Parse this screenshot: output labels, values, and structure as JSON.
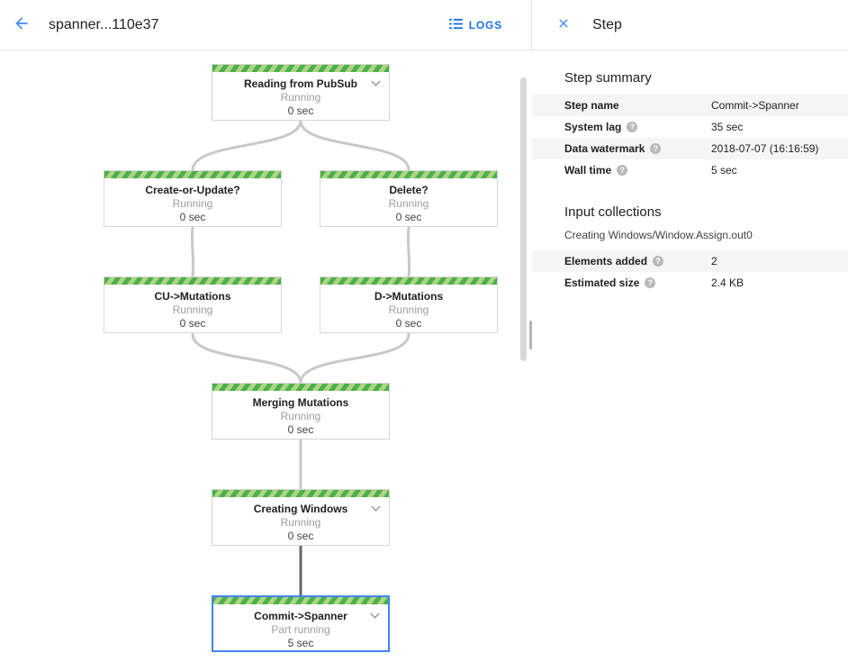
{
  "colors": {
    "accent_blue": "#4285f4",
    "link_blue": "#1a73e8",
    "stripe_green_dark": "#4caf50",
    "stripe_green_light": "#aed581",
    "row_shade": "#f5f5f5"
  },
  "header": {
    "title": "spanner...110e37",
    "logs_label": "LOGS"
  },
  "step_panel": {
    "title": "Step",
    "summary_heading": "Step summary",
    "summary_rows": [
      {
        "label": "Step name",
        "value": "Commit->Spanner"
      },
      {
        "label": "System lag",
        "value": "35 sec"
      },
      {
        "label": "Data watermark",
        "value": "2018-07-07 (16:16:59)"
      },
      {
        "label": "Wall time",
        "value": "5 sec"
      }
    ],
    "input_heading": "Input collections",
    "collection_name": "Creating Windows/Window.Assign.out0",
    "input_rows": [
      {
        "label": "Elements added",
        "value": "2"
      },
      {
        "label": "Estimated size",
        "value": "2.4 KB"
      }
    ]
  },
  "graph": {
    "nodes": [
      {
        "title": "Reading from PubSub",
        "status": "Running",
        "time": "0 sec"
      },
      {
        "title": "Create-or-Update?",
        "status": "Running",
        "time": "0 sec"
      },
      {
        "title": "Delete?",
        "status": "Running",
        "time": "0 sec"
      },
      {
        "title": "CU->Mutations",
        "status": "Running",
        "time": "0 sec"
      },
      {
        "title": "D->Mutations",
        "status": "Running",
        "time": "0 sec"
      },
      {
        "title": "Merging Mutations",
        "status": "Running",
        "time": "0 sec"
      },
      {
        "title": "Creating Windows",
        "status": "Running",
        "time": "0 sec"
      },
      {
        "title": "Commit->Spanner",
        "status": "Part running",
        "time": "5 sec"
      }
    ]
  }
}
